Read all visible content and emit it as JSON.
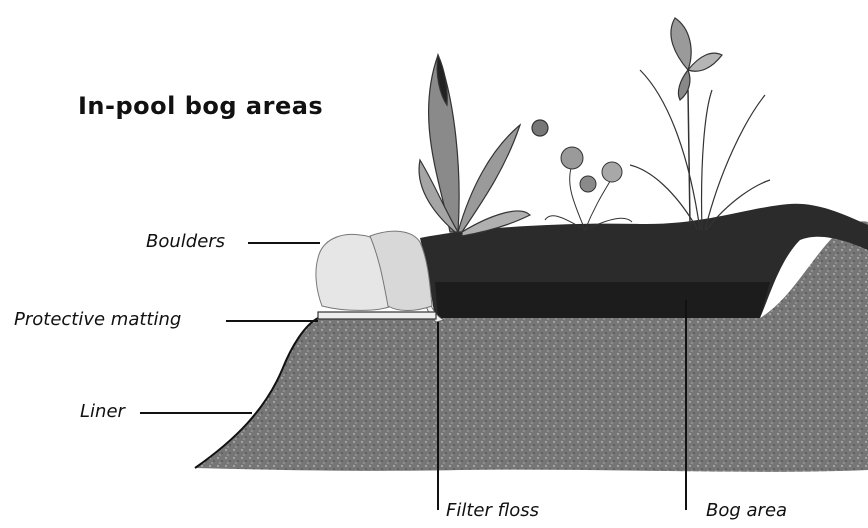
{
  "title": "In-pool bog areas",
  "labels": {
    "boulders": "Boulders",
    "protective_matting": "Protective matting",
    "liner": "Liner",
    "filter_floss": "Filter floss",
    "bog_area": "Bog area"
  },
  "colors": {
    "ink": "#111111",
    "soil_dark": "#2b2b2b",
    "soil_mid": "#5a5a5a",
    "boulder": "#e6e6e6",
    "foliage": "#8a8a8a"
  }
}
